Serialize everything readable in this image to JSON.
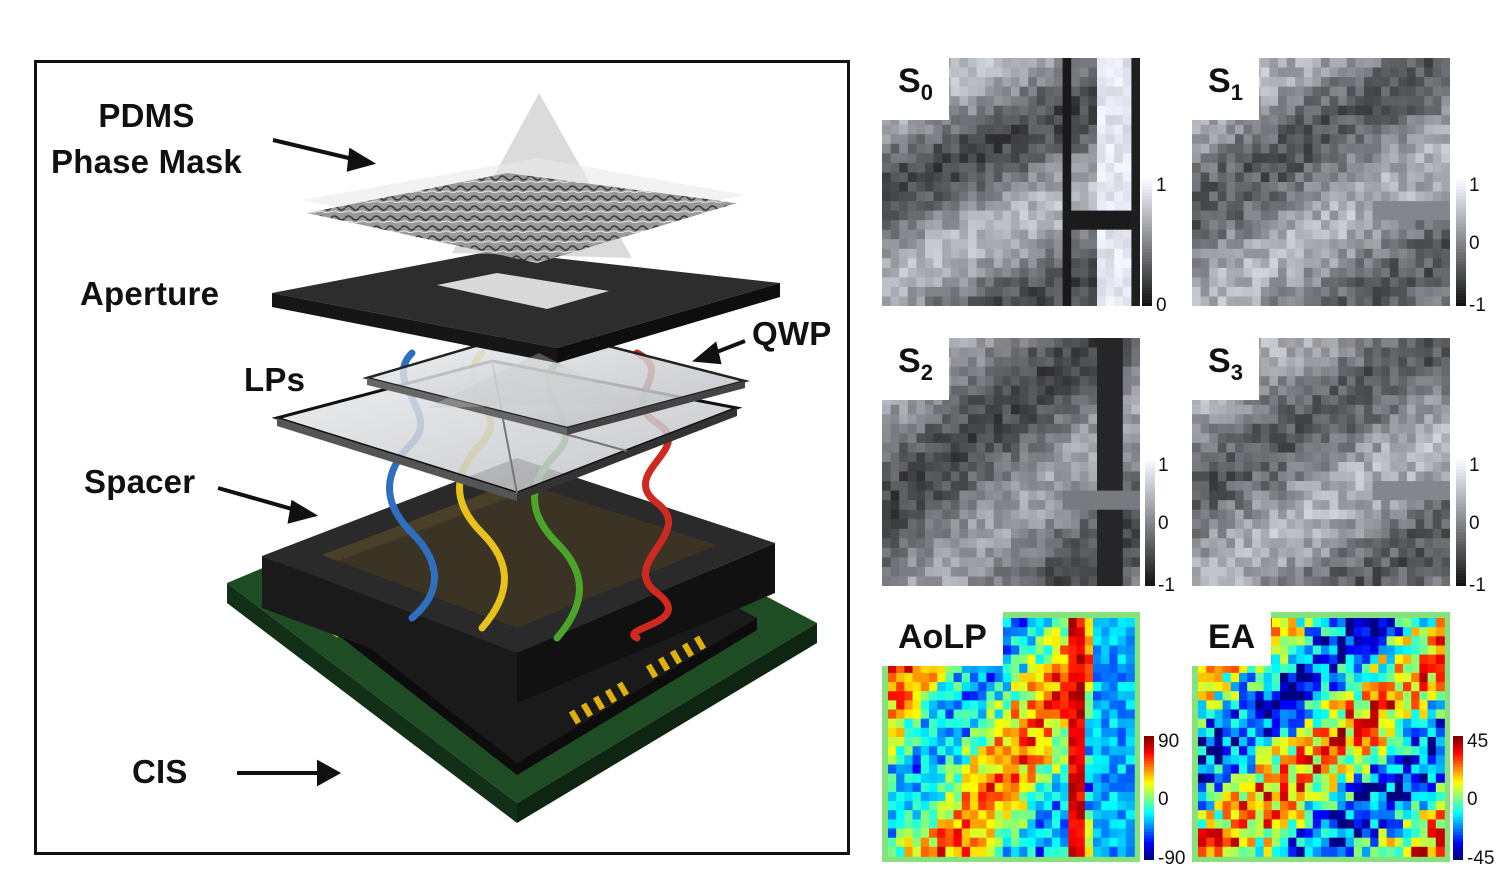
{
  "diagram": {
    "labels": {
      "pdms_line1": "PDMS",
      "pdms_line2": "Phase Mask",
      "aperture": "Aperture",
      "qwp": "QWP",
      "lps": "LPs",
      "spacer": "Spacer",
      "cis": "CIS"
    },
    "colors": {
      "board": "#1e4d24",
      "layer_dark": "#2a2a2a",
      "glass": "#d6d9dc",
      "sensor": "#7cc7e6",
      "wave_blue": "#2f6fc0",
      "wave_yellow": "#e8c21a",
      "wave_green": "#4aa52a",
      "wave_red": "#d02a20",
      "pins": "#e0b010"
    }
  },
  "panels": {
    "s0": {
      "title": "S",
      "sub": "0",
      "cb_max": "1",
      "cb_mid": "",
      "cb_min": "0",
      "colormap": "gray"
    },
    "s1": {
      "title": "S",
      "sub": "1",
      "cb_max": "1",
      "cb_mid": "0",
      "cb_min": "-1",
      "colormap": "gray"
    },
    "s2": {
      "title": "S",
      "sub": "2",
      "cb_max": "1",
      "cb_mid": "0",
      "cb_min": "-1",
      "colormap": "gray"
    },
    "s3": {
      "title": "S",
      "sub": "3",
      "cb_max": "1",
      "cb_mid": "0",
      "cb_min": "-1",
      "colormap": "gray"
    },
    "aolp": {
      "title": "AoLP",
      "sub": "",
      "cb_max": "90",
      "cb_mid": "0",
      "cb_min": "-90",
      "colormap": "jet"
    },
    "ea": {
      "title": "EA",
      "sub": "",
      "cb_max": "45",
      "cb_mid": "0",
      "cb_min": "-45",
      "colormap": "jet"
    }
  }
}
